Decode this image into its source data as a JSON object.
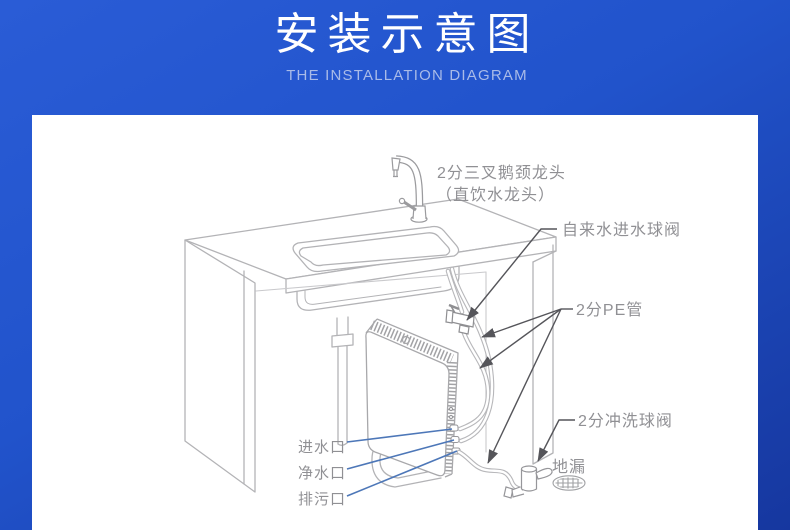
{
  "header": {
    "title": "安装示意图",
    "subtitle": "THE INSTALLATION DIAGRAM"
  },
  "diagram": {
    "labels": {
      "faucet_line1": "2分三叉鹅颈龙头",
      "faucet_line2": "（直饮水龙头）",
      "inlet_valve": "自来水进水球阀",
      "pe_pipe": "2分PE管",
      "flush_valve": "2分冲洗球阀",
      "floor_drain": "地漏",
      "port_inlet": "进水口",
      "port_clean": "净水口",
      "port_waste": "排污口"
    },
    "colors": {
      "background_blue_top": "#2a5cd6",
      "background_blue_bottom": "#16379f",
      "panel_white": "#ffffff",
      "line_art_gray": "#b3b3b6",
      "leader_dark_gray": "#55555a",
      "leader_blue": "#4d77b8",
      "label_text_gray": "#909094",
      "subtitle_text": "#a9bbe8"
    }
  }
}
